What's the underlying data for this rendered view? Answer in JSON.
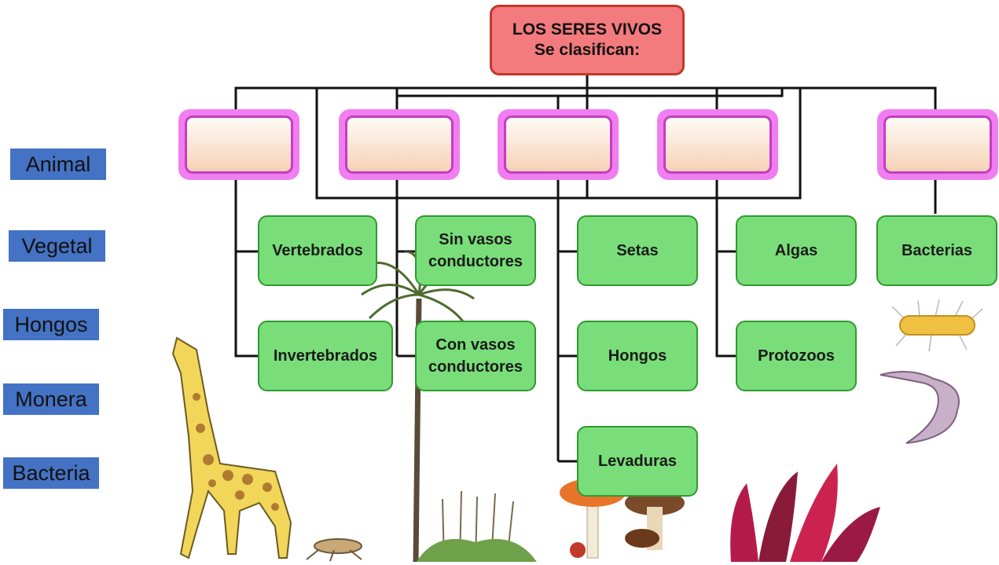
{
  "root": {
    "line1": "LOS SERES VIVOS",
    "line2": "Se clasifican:"
  },
  "categories": [
    "",
    "",
    "",
    "",
    ""
  ],
  "word_bank": [
    "Animal",
    "Vegetal",
    "Hongos",
    "Monera",
    "Bacteria"
  ],
  "leaves": {
    "vertebrados": "Vertebrados",
    "invertebrados": "Invertebrados",
    "sin_vasos": "Sin vasos conductores",
    "con_vasos": "Con vasos conductores",
    "setas": "Setas",
    "hongos": "Hongos",
    "levaduras": "Levaduras",
    "algas": "Algas",
    "protozoos": "Protozoos",
    "bacterias": "Bacterias"
  },
  "colors": {
    "root_fill": "#f37a7d",
    "category_frame": "#f17ef0",
    "leaf_fill": "#79de79",
    "word_label": "#4472c4"
  }
}
